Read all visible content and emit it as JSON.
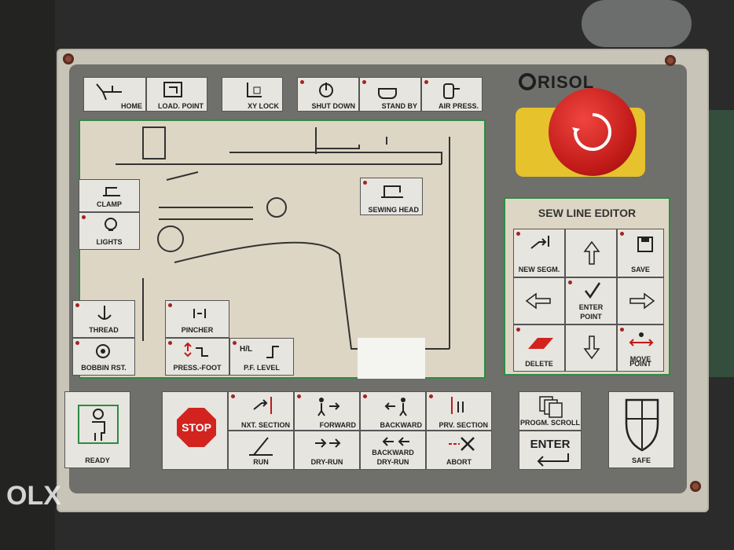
{
  "brand": {
    "logo": "RISOL"
  },
  "top_buttons": [
    {
      "id": "home",
      "label": "HOME"
    },
    {
      "id": "load-point",
      "label": "LOAD. POINT"
    },
    {
      "id": "xy-lock",
      "label": "XY LOCK"
    },
    {
      "id": "shut-down",
      "label": "SHUT DOWN"
    },
    {
      "id": "stand-by",
      "label": "STAND BY"
    },
    {
      "id": "air-press",
      "label": "AIR PRESS."
    }
  ],
  "screen_buttons": {
    "clamp": "CLAMP",
    "lights": "LIGHTS",
    "sewing_head": "SEWING HEAD",
    "thread": "THREAD",
    "pincher": "PINCHER",
    "bobbin_rst": "BOBBIN RST.",
    "press_foot": "PRESS.-FOOT",
    "pf_level": "P.F. LEVEL",
    "pf_level_icon": "H/L"
  },
  "editor": {
    "title": "SEW LINE EDITOR",
    "new_segm": "NEW SEGM.",
    "save": "SAVE",
    "enter_point_1": "ENTER",
    "enter_point_2": "POINT",
    "delete": "DELETE",
    "move_point_1": "MOVE",
    "move_point_2": "POINT"
  },
  "bottom": {
    "ready": "READY",
    "stop": "STOP",
    "nxt_section": "NXT. SECTION",
    "forward": "FORWARD",
    "backward": "BACKWARD",
    "prv_section": "PRV. SECTION",
    "run": "RUN",
    "dry_run": "DRY-RUN",
    "backward_dry_run_1": "BACKWARD",
    "backward_dry_run_2": "DRY-RUN",
    "abort": "ABORT",
    "progm_scroll": "PROGM. SCROLL",
    "enter": "ENTER",
    "safe": "SAFE"
  },
  "watermark": "OLX",
  "icons": [
    "home-icon",
    "load-point-icon",
    "xy-lock-icon",
    "shut-down-icon",
    "stand-by-icon",
    "air-press-icon",
    "emergency-stop-icon",
    "arrow-up-icon",
    "arrow-down-icon",
    "arrow-left-icon",
    "arrow-right-icon"
  ]
}
